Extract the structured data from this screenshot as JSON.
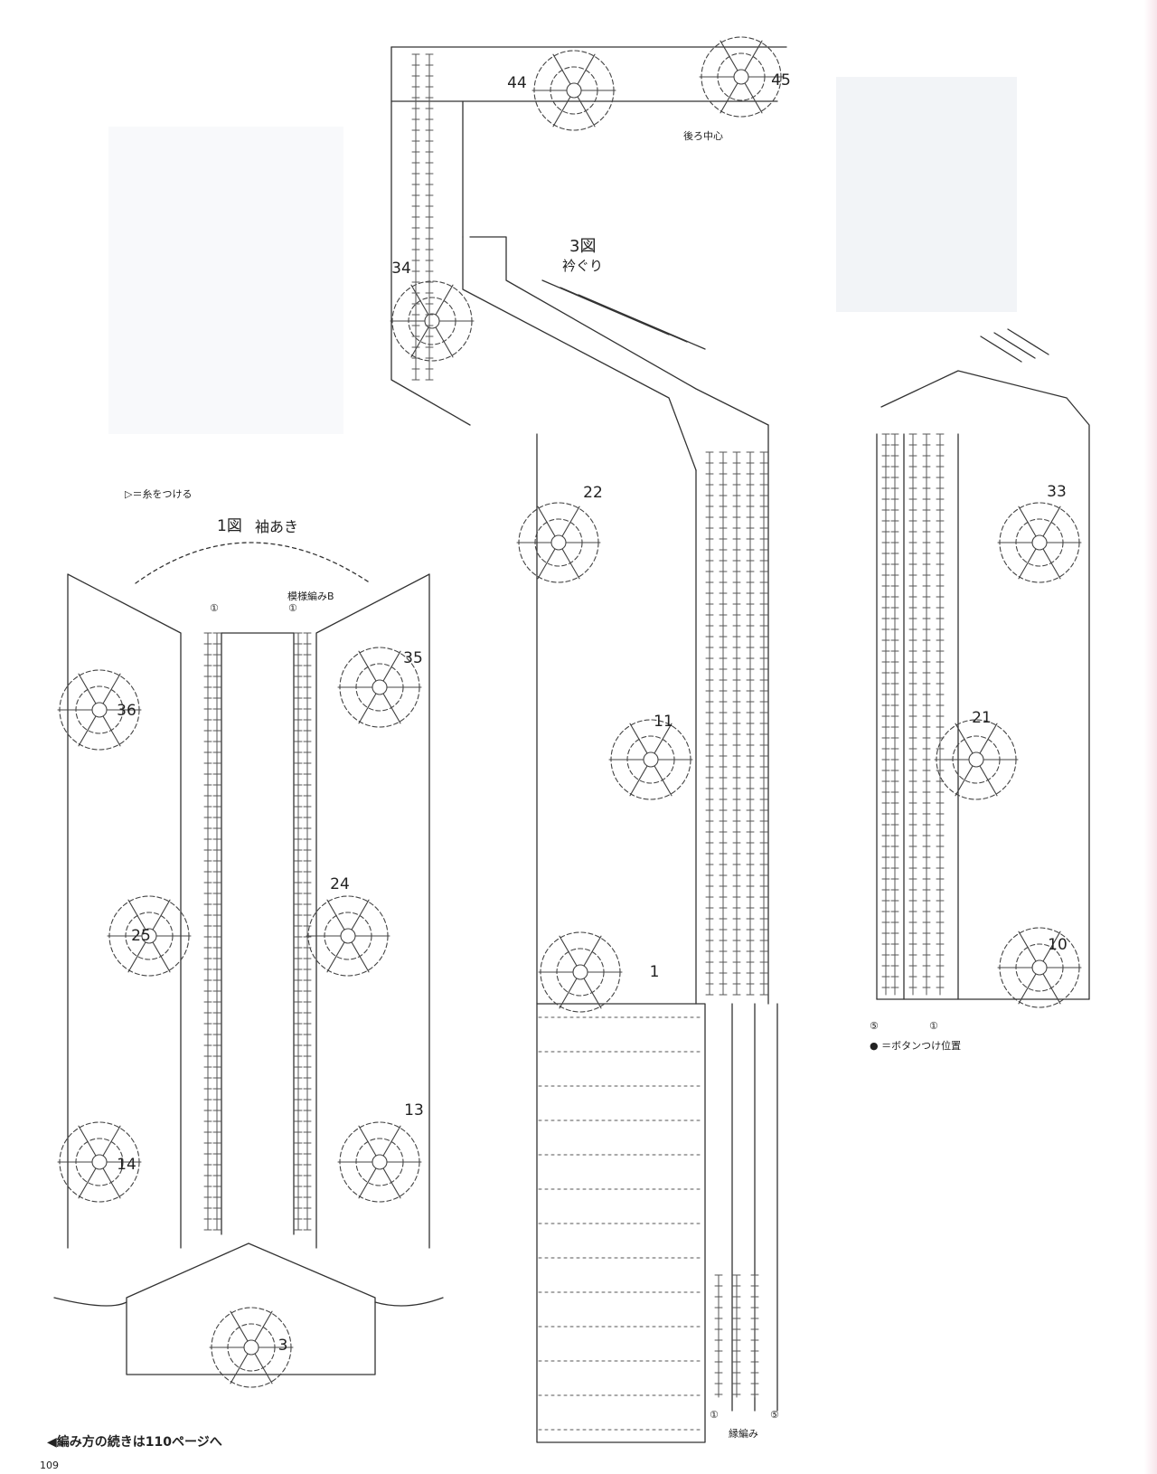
{
  "legend": {
    "attach_yarn": "▷＝糸をつける",
    "button_position": "● ＝ボタンつけ位置"
  },
  "figure1": {
    "title": "1図",
    "subtitle": "袖あき",
    "pattern_label": "模様編みB",
    "marker": "①"
  },
  "figure3": {
    "title": "3図",
    "subtitle": "衿ぐり",
    "back_center": "後ろ中心",
    "edging": "縁編み",
    "marker1": "①",
    "marker5": "⑤"
  },
  "motifs": [
    "44",
    "45",
    "34",
    "22",
    "11",
    "1",
    "33",
    "21",
    "10",
    "36",
    "35",
    "25",
    "24",
    "14",
    "13",
    "3"
  ],
  "footer": {
    "continuation": "◀編み方の続きは110ページへ",
    "page_number": "109"
  }
}
